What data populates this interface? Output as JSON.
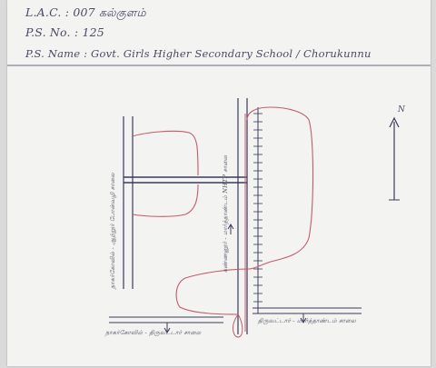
{
  "header": {
    "lac": "L.A.C. : 007 கல்குளம்",
    "ps_no": "P.S. No. : 125",
    "ps_name": "P.S. Name : Govt. Girls Higher Secondary School / Chorukunnu"
  },
  "map_labels": {
    "left_road": "நாகர்கோவில் - ஆற்றூர் போன்வழி சாலை",
    "bottom_left_road": "நாகர்கோவில் - திருவட்டார் சாலை",
    "center_road": "கண்ணனூர் - மார்த்தாண்டம் NHTP சாலை",
    "bottom_right_road": "திருவட்டார் - மார்த்தாண்டம் சாலை",
    "north_mark": "N"
  },
  "colors": {
    "paper": "#f3f3f1",
    "ink": "#4a4a66",
    "red_boundary": "#c65a6a"
  }
}
